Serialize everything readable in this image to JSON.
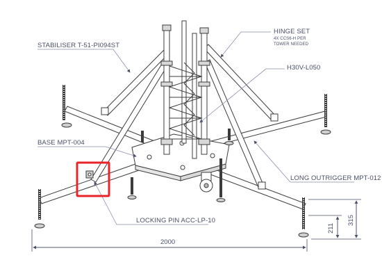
{
  "labels": {
    "hinge_set": "HINGE SET",
    "hinge_note_1": "4X CCS6-H PER",
    "hinge_note_2": "TOWER NEEDED",
    "stabiliser": "STABILISER T-51-PI094ST",
    "h30v": "H30V-L050",
    "base": "BASE MPT-004",
    "long_outrigger": "LONG OUTRIGGER MPT-012",
    "locking_pin": "LOCKING PIN ACC-LP-10"
  },
  "dimensions": {
    "width_2000": "2000",
    "height_211": "211",
    "height_315": "315"
  },
  "highlight": {
    "color": "#e8232a",
    "target": "locking-pin"
  },
  "colors": {
    "line": "#3c3c3c",
    "leader": "#8a90a8",
    "text": "#4a5066"
  }
}
